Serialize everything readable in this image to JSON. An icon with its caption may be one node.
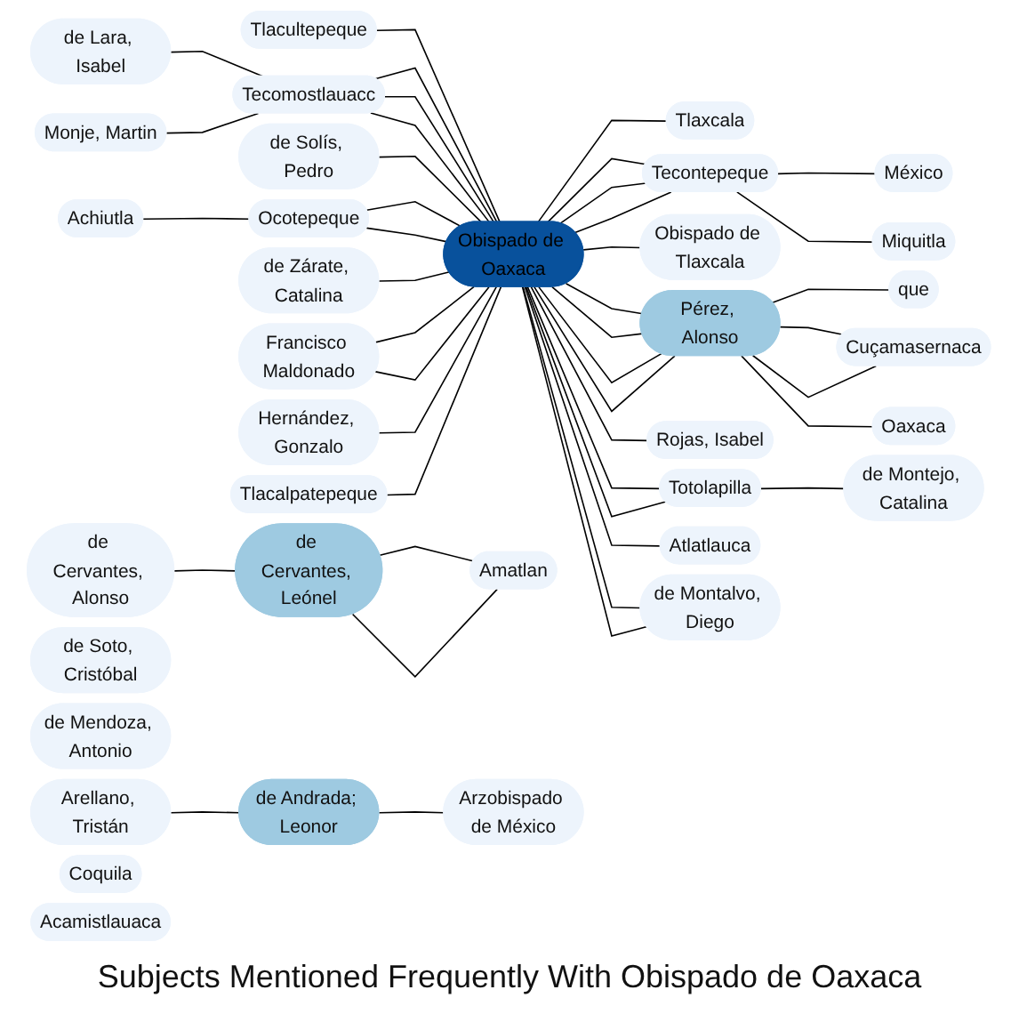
{
  "diagram": {
    "title": "Subjects Mentioned Frequently With Obispado de Oaxaca",
    "nodes": [
      {
        "text": [
          "de Lara, Isabel"
        ]
      },
      {
        "text": [
          "Monje, Martin"
        ]
      },
      {
        "text": [
          "México"
        ]
      },
      {
        "text": [
          "Achiutla"
        ]
      },
      {
        "text": [
          "Miquitla"
        ]
      },
      {
        "text": [
          "Tlacultepeque"
        ]
      },
      {
        "text": [
          "Tecomostlauacc"
        ]
      },
      {
        "text": [
          "de Solís, Pedro"
        ]
      },
      {
        "text": [
          "Tlaxcala"
        ]
      },
      {
        "text": [
          "Tecontepeque"
        ]
      },
      {
        "text": [
          "Ocotepeque"
        ]
      },
      {
        "text": [
          "Obispado de Tlaxcala"
        ]
      },
      {
        "text": [
          "de Zárate, Catalina"
        ]
      },
      {
        "text": [
          "de Cervantes, Alonso"
        ]
      },
      {
        "text": [
          "de Soto, Cristóbal"
        ]
      },
      {
        "text": [
          "de Cervantes, Leónel"
        ]
      },
      {
        "text": [
          "Francisco Maldonado"
        ]
      },
      {
        "text": [
          "Obispado de Oaxaca"
        ]
      },
      {
        "text": [
          "de Andrada; Leonor"
        ]
      },
      {
        "text": [
          "Amatlan"
        ]
      },
      {
        "text": [
          "de Mendoza, Antonio"
        ]
      },
      {
        "text": [
          "Arellano, Tristán"
        ]
      },
      {
        "text": [
          "Pérez, Alonso"
        ]
      },
      {
        "text": [
          "Rojas, Isabel"
        ]
      },
      {
        "text": [
          "Hernández, Gonzalo"
        ]
      },
      {
        "text": [
          "Totolapilla"
        ]
      },
      {
        "text": [
          "Arzobispado de México"
        ]
      },
      {
        "text": [
          "Atlatlauca"
        ]
      },
      {
        "text": [
          "Tlacalpatepeque"
        ]
      },
      {
        "text": [
          "de Montalvo, Diego"
        ]
      },
      {
        "text": [
          "de Montejo, Catalina"
        ]
      },
      {
        "text": [
          "que"
        ]
      },
      {
        "text": [
          "Cuçamasernaca"
        ]
      },
      {
        "text": [
          "Coquila"
        ]
      },
      {
        "text": [
          "Acamistlauaca"
        ]
      },
      {
        "text": [
          "Oaxaca"
        ]
      }
    ],
    "edges": [
      {
        "from": 0,
        "to": 6,
        "arrow": "none"
      },
      {
        "from": 1,
        "to": 6,
        "arrow": "none"
      },
      {
        "from": 3,
        "to": 10,
        "arrow": "none"
      },
      {
        "from": 5,
        "to": 17,
        "arrow": "none"
      },
      {
        "from": 6,
        "to": 17,
        "arrow": "none"
      },
      {
        "from": 6,
        "to": 17,
        "arrow": "none"
      },
      {
        "from": 6,
        "to": 17,
        "arrow": "none"
      },
      {
        "from": 7,
        "to": 17,
        "arrow": "none"
      },
      {
        "from": 10,
        "to": 17,
        "arrow": "none"
      },
      {
        "from": 10,
        "to": 17,
        "arrow": "none"
      },
      {
        "from": 12,
        "to": 17,
        "arrow": "none"
      },
      {
        "from": 16,
        "to": 17,
        "arrow": "none"
      },
      {
        "from": 16,
        "to": 17,
        "arrow": "none"
      },
      {
        "from": 24,
        "to": 17,
        "arrow": "none"
      },
      {
        "from": 28,
        "to": 17,
        "arrow": "none"
      },
      {
        "from": 17,
        "to": 9,
        "arrow": "none"
      },
      {
        "from": 17,
        "to": 9,
        "arrow": "none"
      },
      {
        "from": 17,
        "to": 9,
        "arrow": "none"
      },
      {
        "from": 9,
        "to": 2,
        "arrow": "none"
      },
      {
        "from": 9,
        "to": 4,
        "arrow": "none"
      },
      {
        "from": 17,
        "to": 8,
        "arrow": "none"
      },
      {
        "from": 17,
        "to": 11,
        "arrow": "none"
      },
      {
        "from": 17,
        "to": 22,
        "arrow": "none"
      },
      {
        "from": 17,
        "to": 22,
        "arrow": "none"
      },
      {
        "from": 17,
        "to": 22,
        "arrow": "none"
      },
      {
        "from": 17,
        "to": 22,
        "arrow": "none"
      },
      {
        "from": 22,
        "to": 31,
        "arrow": "none"
      },
      {
        "from": 22,
        "to": 32,
        "arrow": "none"
      },
      {
        "from": 22,
        "to": 32,
        "arrow": "none"
      },
      {
        "from": 22,
        "to": 35,
        "arrow": "none"
      },
      {
        "from": 17,
        "to": 25,
        "arrow": "none"
      },
      {
        "from": 17,
        "to": 25,
        "arrow": "none"
      },
      {
        "from": 25,
        "to": 30,
        "arrow": "none"
      },
      {
        "from": 17,
        "to": 23,
        "arrow": "none"
      },
      {
        "from": 17,
        "to": 27,
        "arrow": "none"
      },
      {
        "from": 17,
        "to": 29,
        "arrow": "none"
      },
      {
        "from": 17,
        "to": 29,
        "arrow": "none"
      },
      {
        "from": 13,
        "to": 15,
        "arrow": "none"
      },
      {
        "from": 15,
        "to": 19,
        "arrow": "none"
      },
      {
        "from": 15,
        "to": 19,
        "arrow": "none"
      },
      {
        "from": 21,
        "to": 18,
        "arrow": "none"
      },
      {
        "from": 18,
        "to": 26,
        "arrow": "none"
      }
    ]
  }
}
